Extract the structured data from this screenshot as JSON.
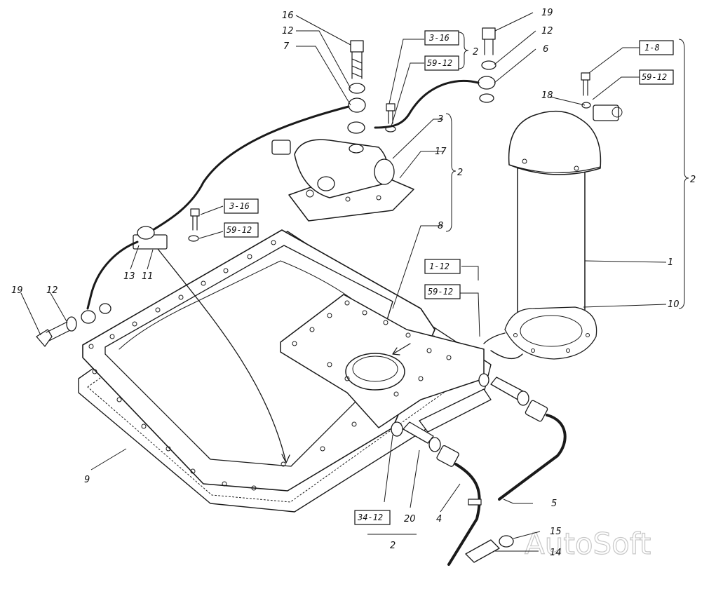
{
  "callouts": {
    "c16": "16",
    "c12a": "12",
    "c7": "7",
    "c19a": "19",
    "c12b": "12",
    "c6": "6",
    "c3": "3",
    "c17": "17",
    "c8": "8",
    "c18": "18",
    "c1": "1",
    "c10": "10",
    "c13": "13",
    "c11": "11",
    "c19b": "19",
    "c12c": "12",
    "c9": "9",
    "c20": "20",
    "c4": "4",
    "c5": "5",
    "c15": "15",
    "c14": "14"
  },
  "kits": {
    "k316a": "3-16",
    "k5912a": "59-12",
    "k18": "1-8",
    "k5912b": "59-12",
    "k316b": "3-16",
    "k5912c": "59-12",
    "k112": "1-12",
    "k5912d": "59-12",
    "k3412": "34-12"
  },
  "group_counts": {
    "g_top_pair": "2",
    "g_valve": "2",
    "g_filter": "2",
    "g_bottom": "2"
  },
  "watermark": "AutoSoft"
}
